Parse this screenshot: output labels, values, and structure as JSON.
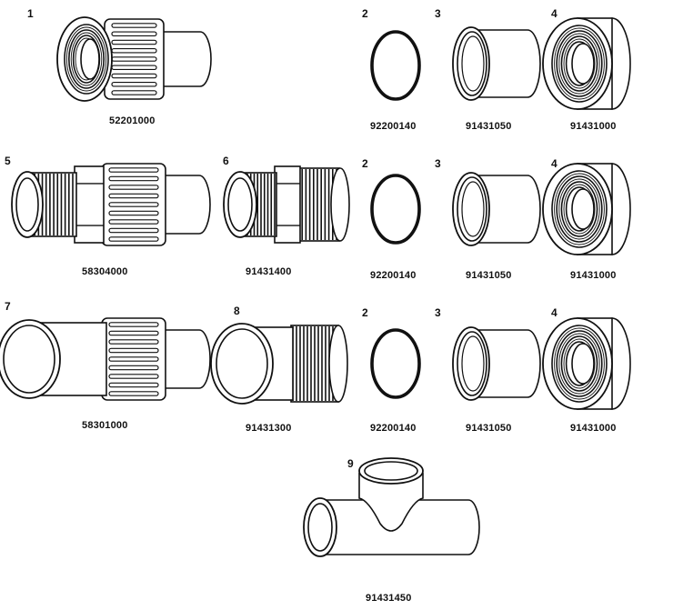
{
  "parts": [
    {
      "index": "1",
      "part_no": "52201000",
      "shape": "union-end-female"
    },
    {
      "index": "2",
      "part_no": "92200140",
      "shape": "o-ring"
    },
    {
      "index": "3",
      "part_no": "91431050",
      "shape": "tailpiece"
    },
    {
      "index": "4",
      "part_no": "91431000",
      "shape": "union-nut"
    },
    {
      "index": "5",
      "part_no": "58304000",
      "shape": "union-male-thread"
    },
    {
      "index": "6",
      "part_no": "91431400",
      "shape": "threaded-adapter"
    },
    {
      "index": "2",
      "part_no": "92200140",
      "shape": "o-ring"
    },
    {
      "index": "3",
      "part_no": "91431050",
      "shape": "tailpiece"
    },
    {
      "index": "4",
      "part_no": "91431000",
      "shape": "union-nut"
    },
    {
      "index": "7",
      "part_no": "58301000",
      "shape": "union-socket"
    },
    {
      "index": "8",
      "part_no": "91431300",
      "shape": "socket-adapter"
    },
    {
      "index": "2",
      "part_no": "92200140",
      "shape": "o-ring"
    },
    {
      "index": "3",
      "part_no": "91431050",
      "shape": "tailpiece"
    },
    {
      "index": "4",
      "part_no": "91431000",
      "shape": "union-nut"
    },
    {
      "index": "9",
      "part_no": "91431450",
      "shape": "tee"
    }
  ]
}
